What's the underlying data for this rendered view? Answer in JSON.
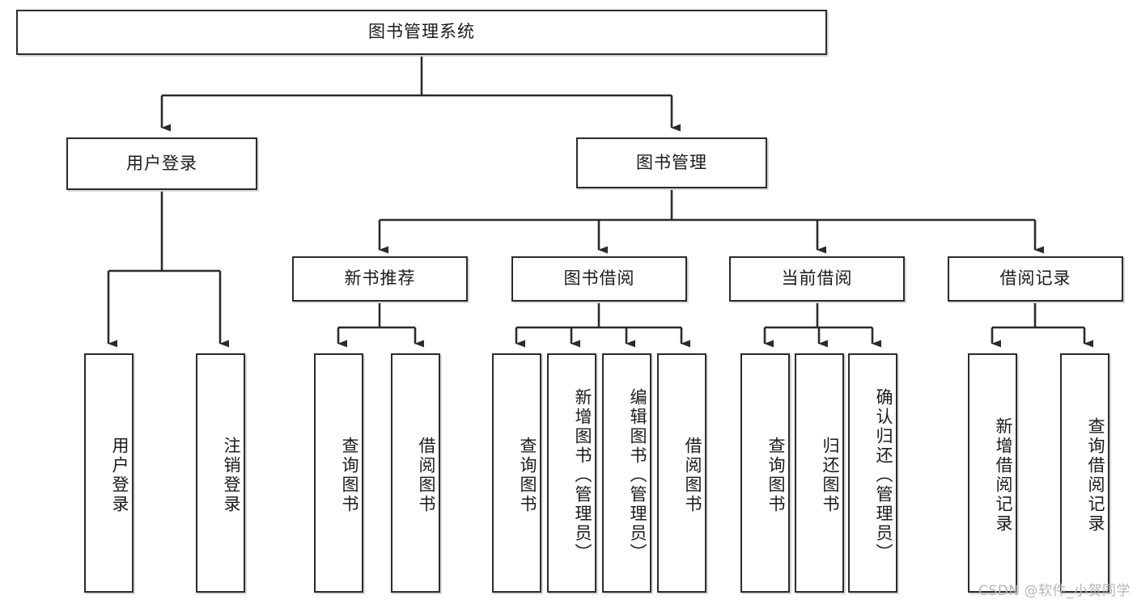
{
  "diagram": {
    "title": "图书管理系统",
    "type": "tree-hierarchy",
    "root": {
      "label": "图书管理系统"
    },
    "level1": [
      {
        "label": "用户登录"
      },
      {
        "label": "图书管理"
      }
    ],
    "level2": [
      {
        "label": "新书推荐"
      },
      {
        "label": "图书借阅"
      },
      {
        "label": "当前借阅"
      },
      {
        "label": "借阅记录"
      }
    ],
    "leaves": {
      "user_login": [
        {
          "label": "用户登录"
        },
        {
          "label": "注销登录"
        }
      ],
      "new_book_recommend": [
        {
          "label": "查询图书"
        },
        {
          "label": "借阅图书"
        }
      ],
      "book_borrow": [
        {
          "label": "查询图书"
        },
        {
          "label": "新增图书（管理员）"
        },
        {
          "label": "编辑图书（管理员）"
        },
        {
          "label": "借阅图书"
        }
      ],
      "current_borrow": [
        {
          "label": "查询图书"
        },
        {
          "label": "归还图书"
        },
        {
          "label": "确认归还（管理员）"
        }
      ],
      "borrow_record": [
        {
          "label": "新增借阅记录"
        },
        {
          "label": "查询借阅记录"
        }
      ]
    }
  },
  "watermark": {
    "text": "CSDN @软件_小贺同学"
  },
  "colors": {
    "stroke": "#2b2b2b",
    "fill": "#ffffff",
    "text": "#1a1a1a",
    "shadow": "#d9d9d9",
    "watermark": "#b5b5b5"
  }
}
